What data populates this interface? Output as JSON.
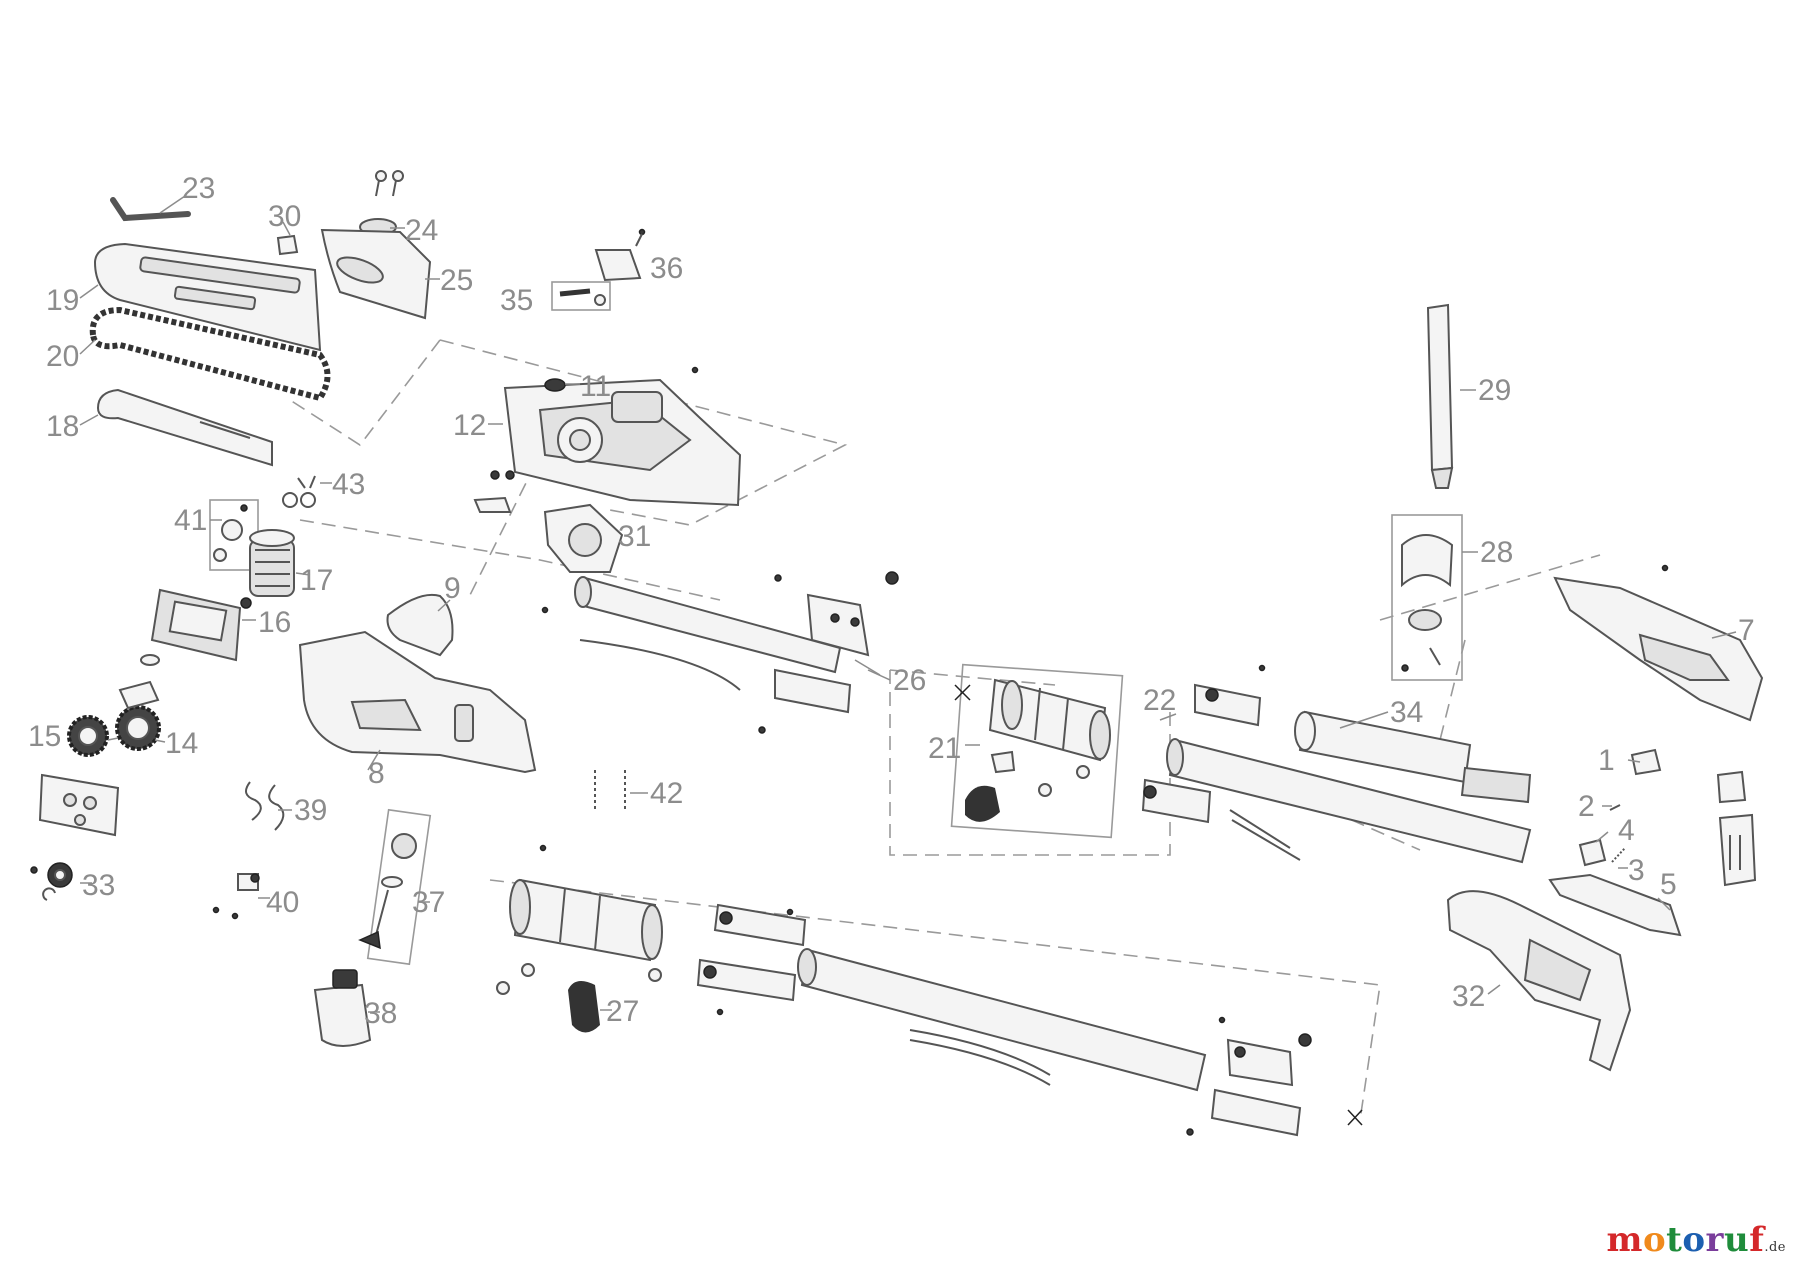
{
  "diagram": {
    "callouts": [
      "1",
      "2",
      "3",
      "4",
      "5",
      "7",
      "8",
      "9",
      "11",
      "12",
      "14",
      "15",
      "16",
      "17",
      "18",
      "19",
      "20",
      "21",
      "22",
      "23",
      "24",
      "25",
      "26",
      "27",
      "28",
      "29",
      "30",
      "31",
      "32",
      "33",
      "34",
      "35",
      "36",
      "37",
      "38",
      "39",
      "40",
      "41",
      "42",
      "43"
    ]
  },
  "watermark": {
    "text": "motoruf",
    "suffix": ".de",
    "letter_colors": [
      "#d4282a",
      "#f08a1c",
      "#1f8c3b",
      "#1c5fb0",
      "#7a3d9b",
      "#1f8c3b",
      "#d4282a"
    ]
  }
}
